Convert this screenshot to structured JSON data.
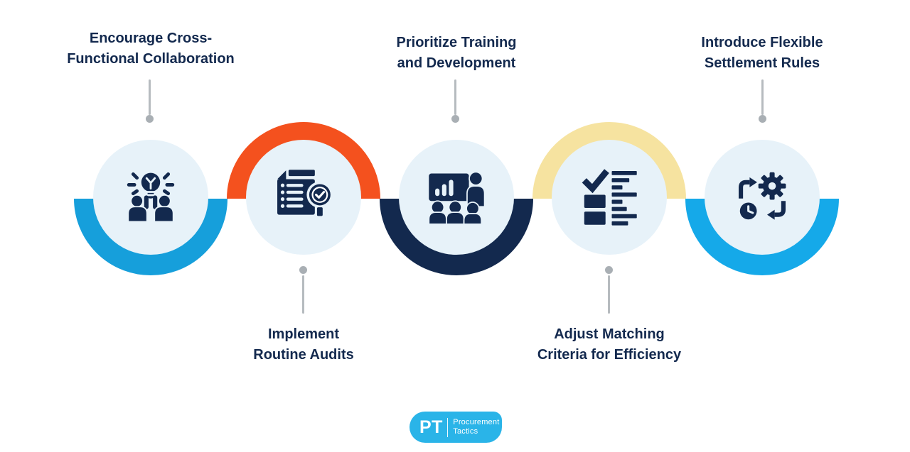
{
  "steps": [
    {
      "label_line1": "Encourage Cross-",
      "label_line2": "Functional Collaboration",
      "label_position": "top",
      "arc_color": "#169FDB",
      "icon": "collaboration-idea-icon"
    },
    {
      "label_line1": "Implement",
      "label_line2": "Routine Audits",
      "label_position": "bottom",
      "arc_color": "#F4511E",
      "icon": "audit-checklist-magnifier-icon"
    },
    {
      "label_line1": "Prioritize Training",
      "label_line2": "and Development",
      "label_position": "top",
      "arc_color": "#13294E",
      "icon": "training-presentation-icon"
    },
    {
      "label_line1": "Adjust Matching",
      "label_line2": "Criteria for Efficiency",
      "label_position": "bottom",
      "arc_color": "#F6E3A0",
      "icon": "matching-criteria-list-icon"
    },
    {
      "label_line1": "Introduce Flexible",
      "label_line2": "Settlement Rules",
      "label_position": "top",
      "arc_color": "#15A9E9",
      "icon": "gear-clock-process-icon"
    }
  ],
  "logo": {
    "initials": "PT",
    "name_line1": "Procurement",
    "name_line2": "Tactics",
    "background_color": "#2AB4E8"
  },
  "colors": {
    "background": "#FFFFFF",
    "label_text": "#13294E",
    "icon": "#13294E",
    "node_circle": "#E7F2F9",
    "connector": "#B6BBBF"
  }
}
